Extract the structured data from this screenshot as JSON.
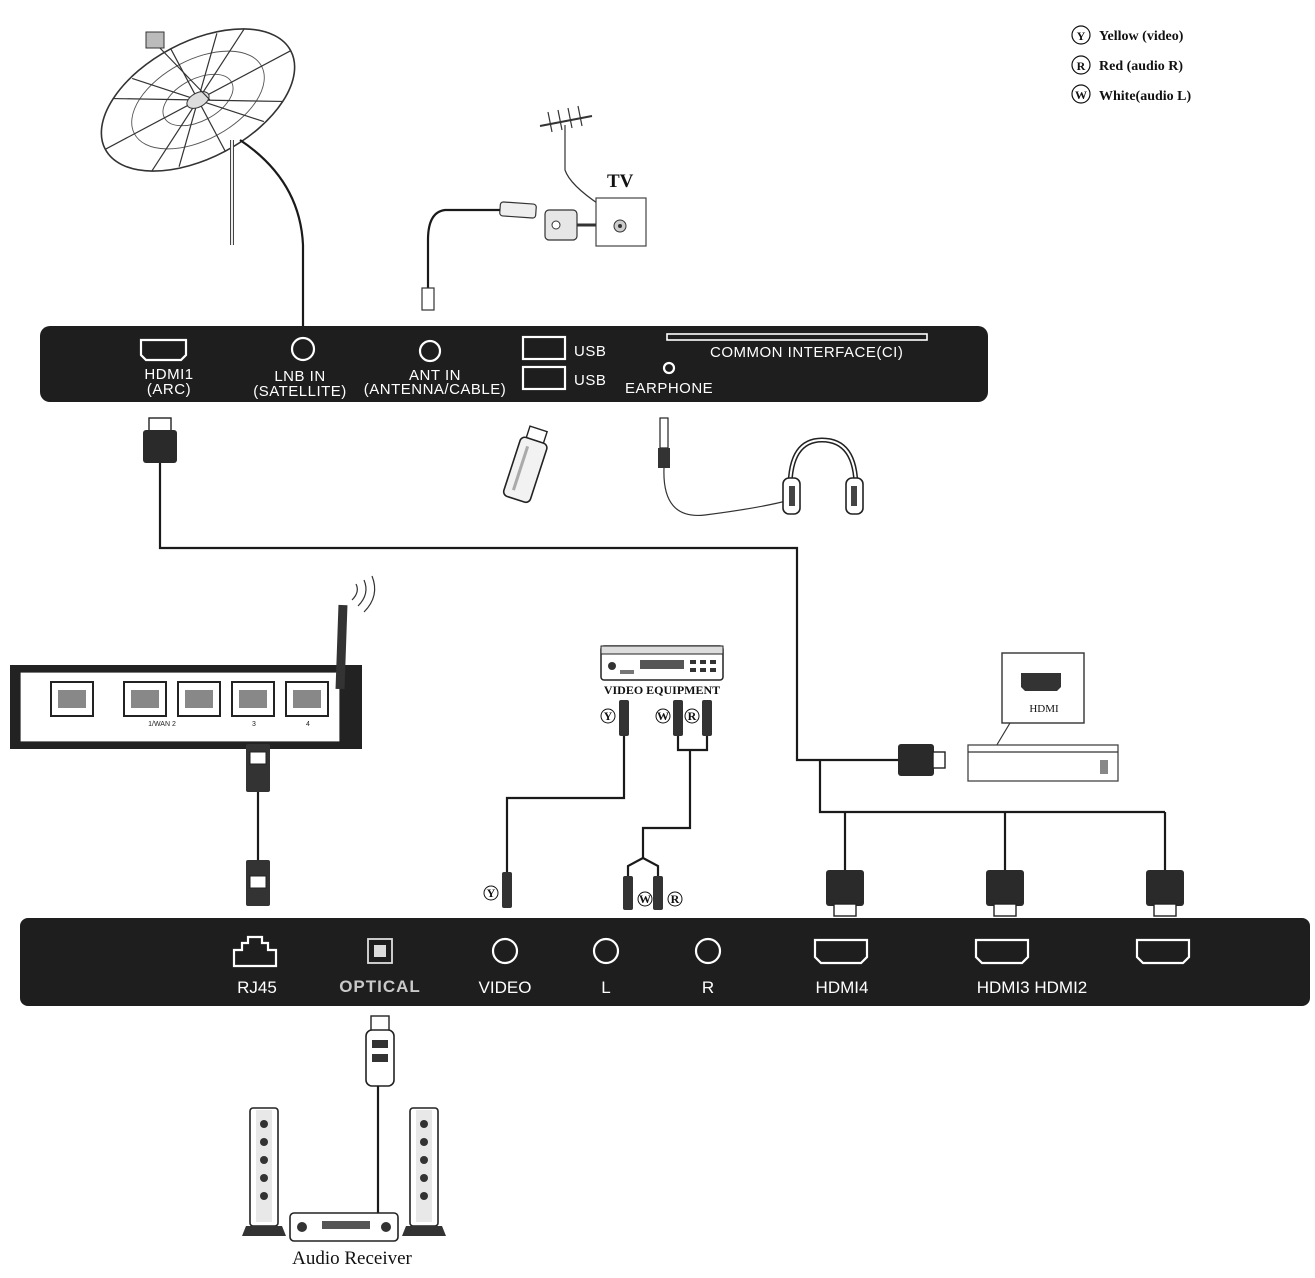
{
  "legend": [
    {
      "letter": "Y",
      "label": "Yellow (video)"
    },
    {
      "letter": "R",
      "label": "Red (audio R)"
    },
    {
      "letter": "W",
      "label": "White(audio L)"
    }
  ],
  "antenna": {
    "label": "TV"
  },
  "top_panel": {
    "hdmi1_line1": "HDMI1",
    "hdmi1_line2": "(ARC)",
    "lnb_line1": "LNB IN",
    "lnb_line2": "(SATELLITE)",
    "ant_line1": "ANT IN",
    "ant_line2": "(ANTENNA/CABLE)",
    "usb1": "USB",
    "usb2": "USB",
    "ci": "COMMON INTERFACE(CI)",
    "earphone": "EARPHONE"
  },
  "router": {
    "port_label_1": "1/WAN 2",
    "port_label_3": "3",
    "port_label_4": "4"
  },
  "video_equipment": {
    "label": "VIDEO EQUIPMENT"
  },
  "hdmi_device": {
    "label": "HDMI"
  },
  "bottom_panel": {
    "rj45": "RJ45",
    "optical": "OPTICAL",
    "video": "VIDEO",
    "l": "L",
    "r": "R",
    "hdmi4": "HDMI4",
    "hdmi3_hdmi2": "HDMI3 HDMI2"
  },
  "audio_receiver": {
    "label": "Audio Receiver"
  }
}
